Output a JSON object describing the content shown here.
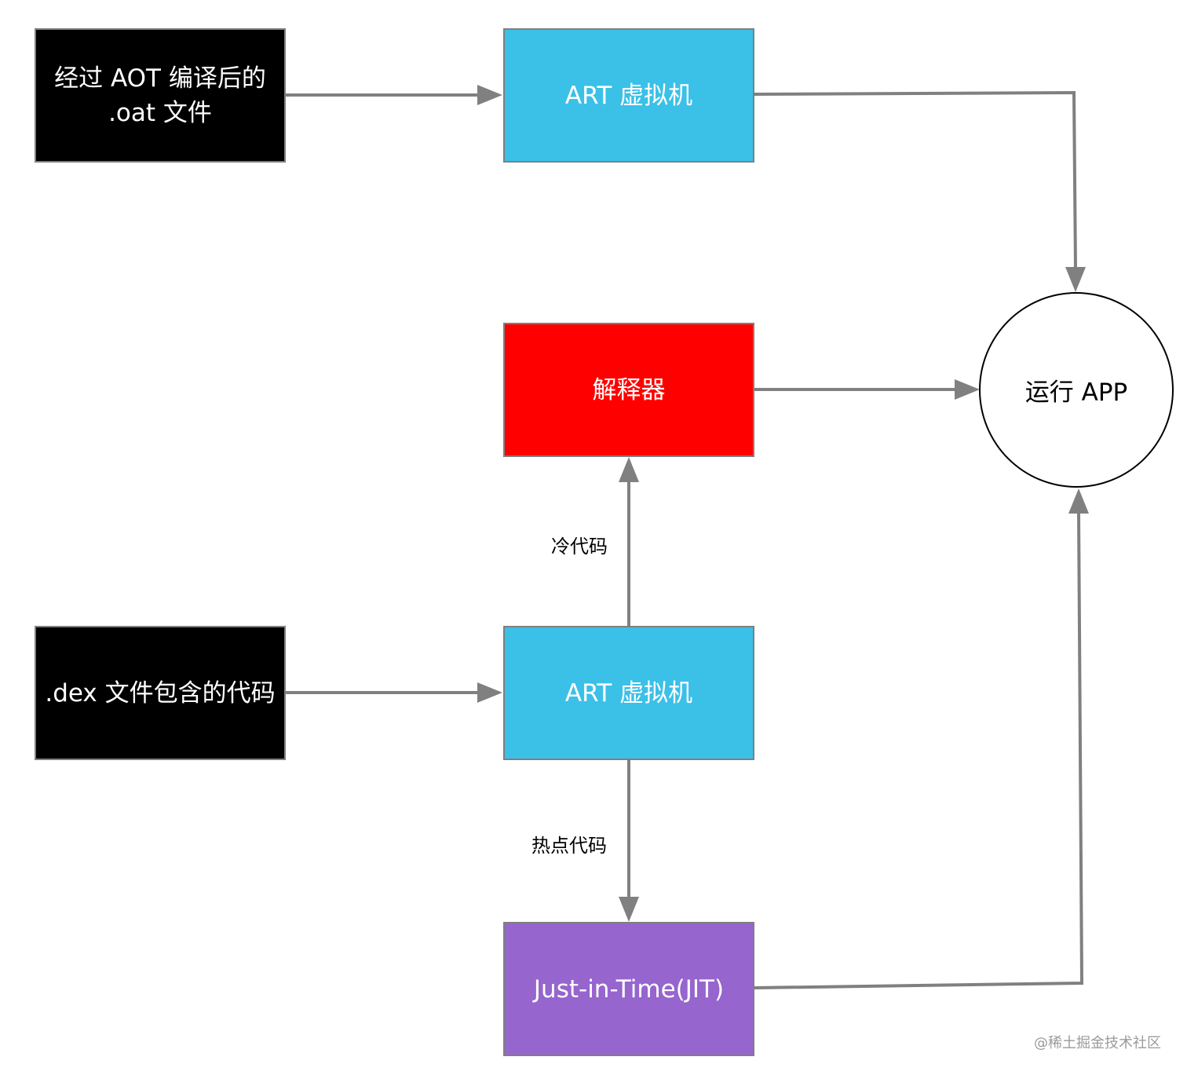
{
  "nodes": {
    "aot_oat": {
      "lines": [
        "经过 AOT 编译后的",
        ".oat 文件"
      ]
    },
    "art_vm_top": {
      "label": "ART 虚拟机"
    },
    "interpreter": {
      "label": "解释器"
    },
    "dex_code": {
      "label": ".dex 文件包含的代码"
    },
    "art_vm_bottom": {
      "label": "ART 虚拟机"
    },
    "jit": {
      "label": "Just-in-Time(JIT)"
    },
    "run_app": {
      "label": "运行 APP"
    }
  },
  "edge_labels": {
    "cold_code": "冷代码",
    "hot_code": "热点代码"
  },
  "watermark": "@稀土掘金技术社区",
  "colors": {
    "black_box": "#000000",
    "art_blue": "#3bc0e8",
    "interpreter_red": "#ff0000",
    "jit_purple": "#9665cd",
    "arrow_gray": "#808080"
  }
}
